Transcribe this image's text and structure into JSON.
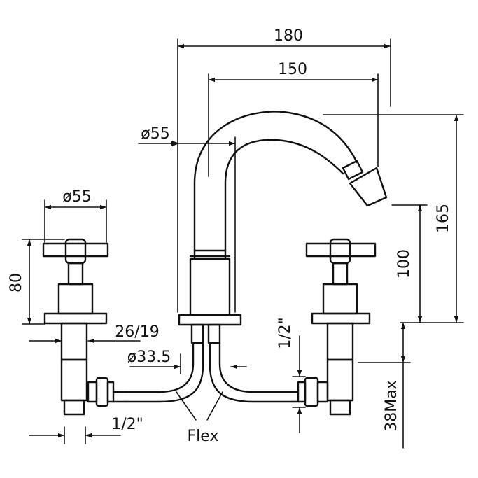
{
  "dimensions": {
    "overall_width": "180",
    "spout_reach": "150",
    "spout_diameter": "ø55",
    "handle_diameter": "ø55",
    "handle_height": "80",
    "spout_height": "165",
    "outlet_height": "100",
    "thread_size_right": "1/2\"",
    "hole_diameter": "26/19",
    "base_diameter": "ø33.5",
    "thread_size_left": "1/2\"",
    "max_deck_thickness": "38Max"
  },
  "labels": {
    "flex_hose": "Flex"
  },
  "colors": {
    "line": "#111111",
    "background": "#ffffff"
  }
}
